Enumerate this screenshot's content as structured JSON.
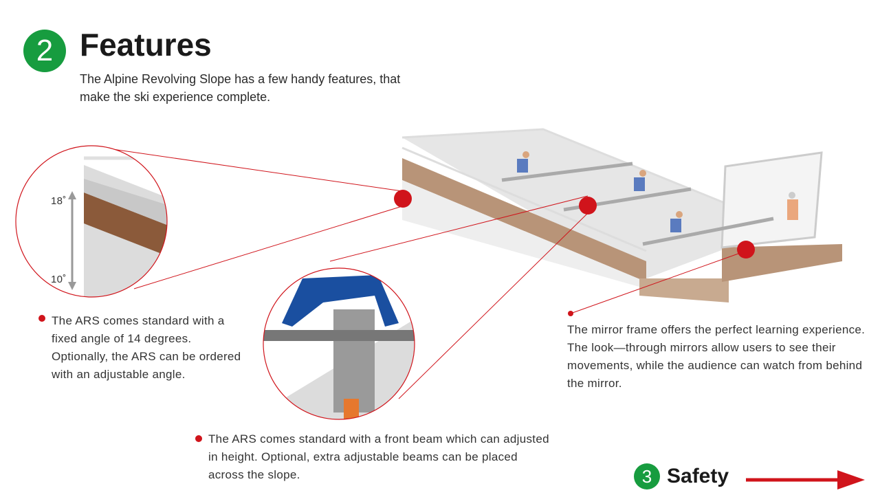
{
  "header": {
    "badge": "2",
    "title": "Features",
    "subtitle": "The Alpine Revolving Slope has a few handy features, that make the ski experience complete."
  },
  "angle_detail": {
    "top_label": "18˚",
    "bottom_label": "10˚"
  },
  "notes": [
    {
      "text": "The ARS comes standard with a fixed angle of 14 degrees. Optionally, the ARS can be ordered with an adjustable angle."
    },
    {
      "text": "The ARS comes standard with a front beam which can adjusted in height. Optional, extra adjustable beams can be placed across the slope."
    },
    {
      "text": "The mirror frame offers the perfect learning experience. The look—through mirrors allow users to see their movements, while the audience can watch from behind the mirror."
    }
  ],
  "next": {
    "badge": "3",
    "label": "Safety"
  },
  "colors": {
    "accent": "#d0141b",
    "green": "#179c3f",
    "wood": "#b89478"
  }
}
